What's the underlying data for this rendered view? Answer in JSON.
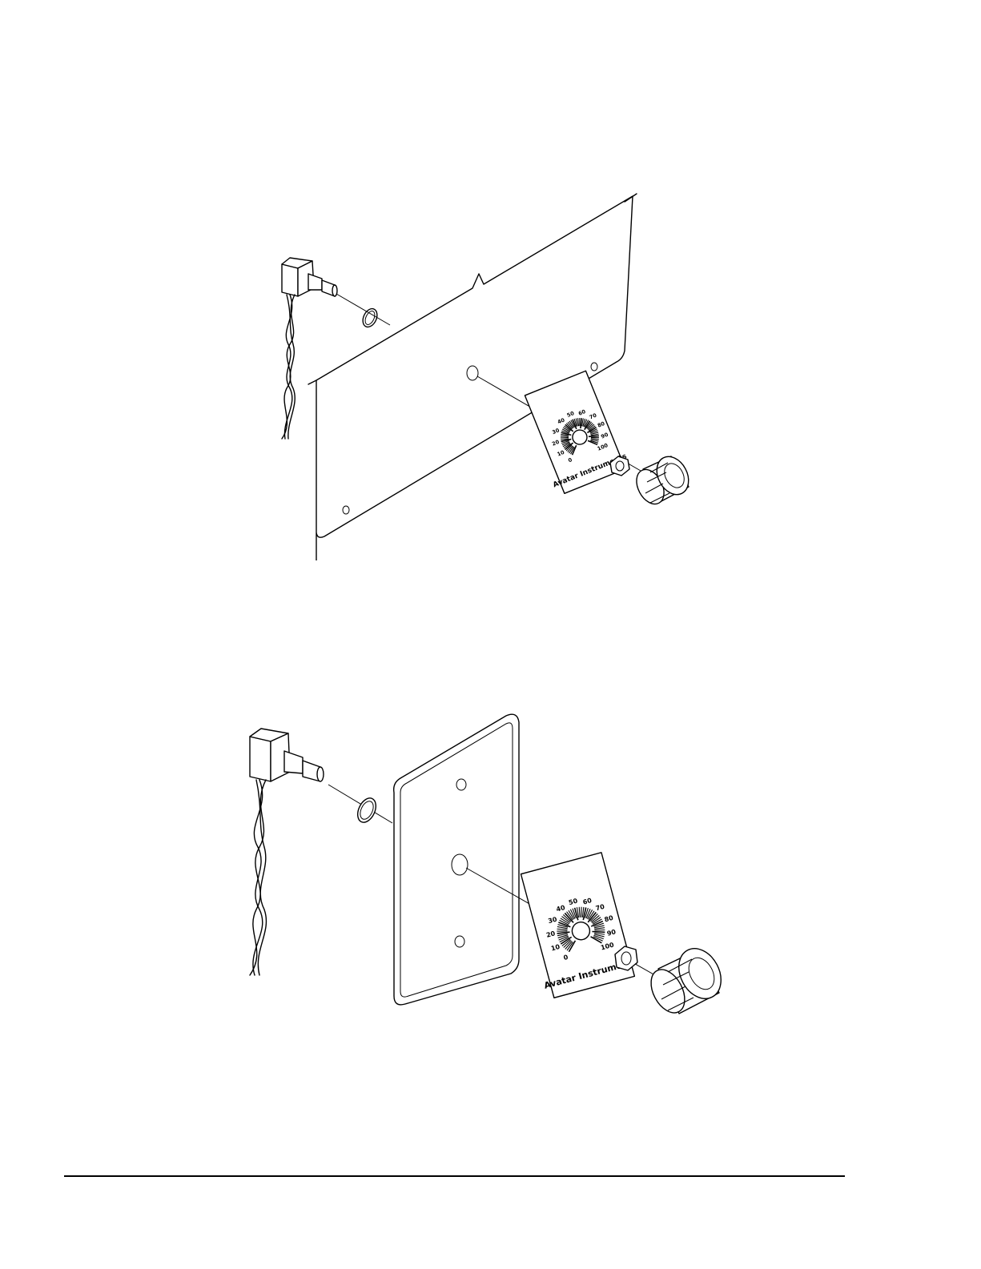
{
  "dial_plate": {
    "brand": "Avatar Instruments",
    "scale_labels": [
      "0",
      "10",
      "20",
      "30",
      "40",
      "50",
      "60",
      "70",
      "80",
      "90",
      "100"
    ]
  }
}
